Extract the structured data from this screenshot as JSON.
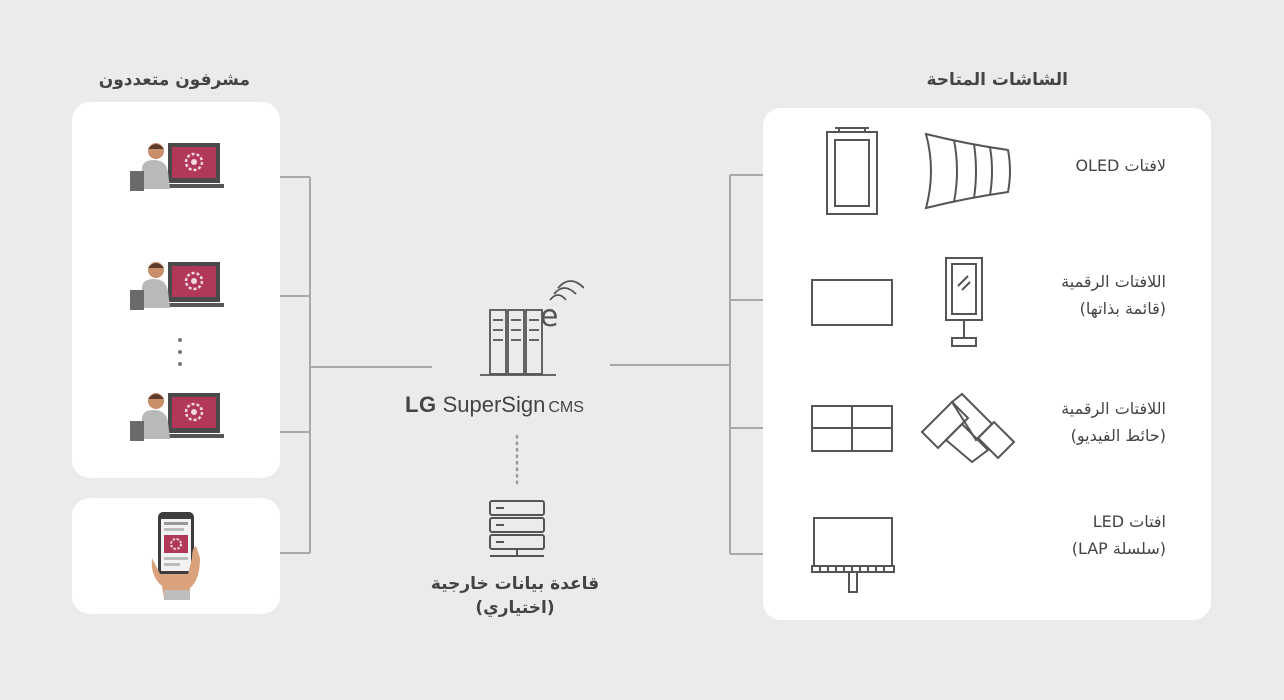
{
  "operators": {
    "title": "مشرفون متعددون",
    "workstations": [
      "operator-1",
      "operator-2",
      "operator-3"
    ],
    "ellipsis_icon": "vertical-ellipsis-icon",
    "mobile_icon": "smartphone-icon"
  },
  "cms": {
    "brand_lg": "LG",
    "brand_supersign": "SuperSign",
    "brand_cms": "CMS",
    "server_icon": "cms-server-icon"
  },
  "database": {
    "title_line1": "قاعدة بيانات خارجية",
    "title_line2": "(اختياري)",
    "icon": "database-server-icon"
  },
  "displays": {
    "title": "الشاشات المتاحة",
    "rows": [
      {
        "line1": "لافتات OLED",
        "line2": ""
      },
      {
        "line1": "اللافتات الرقمية",
        "line2": "(قائمة بذاتها)"
      },
      {
        "line1": "اللافتات الرقمية",
        "line2": "(حائط الفيديو)"
      },
      {
        "line1": "افتات LED",
        "line2": "(سلسلة LAP)"
      }
    ]
  },
  "colors": {
    "background": "#ebebeb",
    "card": "#ffffff",
    "line": "#a9a9a9",
    "accent": "#b2385a",
    "icon_dark": "#555555"
  }
}
